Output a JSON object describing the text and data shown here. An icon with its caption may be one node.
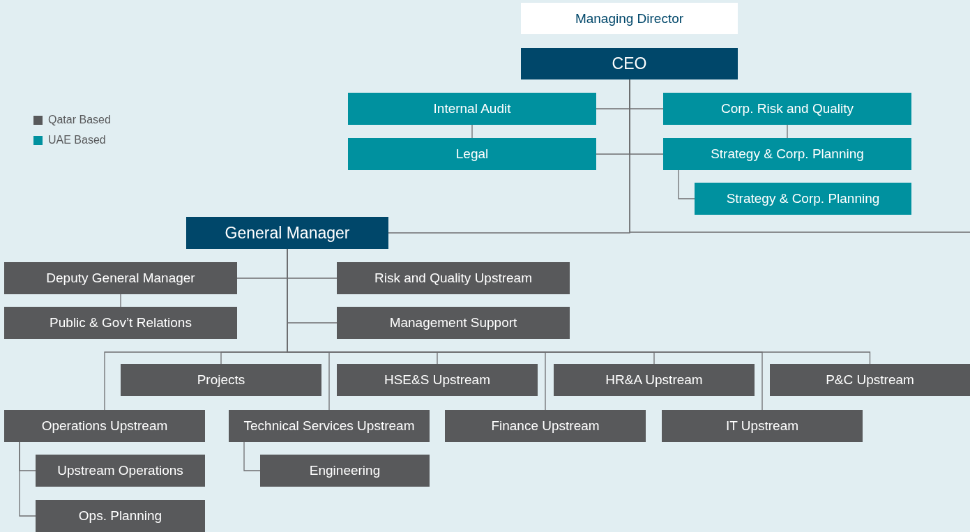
{
  "diagram": {
    "nodes": [
      {
        "text": [
          "Managing Director"
        ]
      },
      {
        "text": [
          "CEO"
        ]
      },
      {
        "text": [
          "Internal Audit"
        ]
      },
      {
        "text": [
          "Corp. Risk and Quality"
        ]
      },
      {
        "text": [
          "Legal"
        ]
      },
      {
        "text": [
          "Strategy & Corp. Planning"
        ]
      },
      {
        "text": [
          "Strategy & Corp. Planning"
        ]
      },
      {
        "text": [
          "General Manager"
        ]
      },
      {
        "text": [
          "Deputy General Manager"
        ]
      },
      {
        "text": [
          "Risk and Quality Upstream"
        ]
      },
      {
        "text": [
          "Public & Gov’t Relations"
        ]
      },
      {
        "text": [
          "Management Support"
        ]
      },
      {
        "text": [
          "Projects"
        ]
      },
      {
        "text": [
          "HSE&S Upstream"
        ]
      },
      {
        "text": [
          "HR&A Upstream"
        ]
      },
      {
        "text": [
          "P&C Upstream"
        ]
      },
      {
        "text": [
          "Operations Upstream"
        ]
      },
      {
        "text": [
          "Technical Services Upstream"
        ]
      },
      {
        "text": [
          "Finance Upstream"
        ]
      },
      {
        "text": [
          "IT Upstream"
        ]
      },
      {
        "text": [
          "Upstream Operations"
        ]
      },
      {
        "text": [
          "Engineering"
        ]
      },
      {
        "text": [
          "Ops. Planning"
        ]
      }
    ],
    "edges": [
      {
        "from": 1,
        "to": 2,
        "arrow": "none"
      },
      {
        "from": 1,
        "to": 3,
        "arrow": "none"
      },
      {
        "from": 1,
        "to": 4,
        "arrow": "none"
      },
      {
        "from": 1,
        "to": 5,
        "arrow": "none"
      },
      {
        "from": 2,
        "to": 4,
        "arrow": "none"
      },
      {
        "from": 3,
        "to": 5,
        "arrow": "none"
      },
      {
        "from": 5,
        "to": 6,
        "arrow": "none"
      },
      {
        "from": 1,
        "to": 7,
        "arrow": "none"
      },
      {
        "from": 1,
        "to": null,
        "arrow": "none"
      },
      {
        "from": 7,
        "to": 8,
        "arrow": "none"
      },
      {
        "from": 7,
        "to": 9,
        "arrow": "none"
      },
      {
        "from": 8,
        "to": 10,
        "arrow": "none"
      },
      {
        "from": 7,
        "to": 11,
        "arrow": "none"
      },
      {
        "from": 7,
        "to": 12,
        "arrow": "none"
      },
      {
        "from": 7,
        "to": 13,
        "arrow": "none"
      },
      {
        "from": 7,
        "to": 14,
        "arrow": "none"
      },
      {
        "from": 7,
        "to": 15,
        "arrow": "none"
      },
      {
        "from": 7,
        "to": 16,
        "arrow": "none"
      },
      {
        "from": 7,
        "to": 17,
        "arrow": "none"
      },
      {
        "from": 7,
        "to": 18,
        "arrow": "none"
      },
      {
        "from": 7,
        "to": 19,
        "arrow": "none"
      },
      {
        "from": 16,
        "to": 20,
        "arrow": "none"
      },
      {
        "from": 16,
        "to": 22,
        "arrow": "none"
      },
      {
        "from": 17,
        "to": 21,
        "arrow": "none"
      }
    ],
    "legend": [
      {
        "text": "Qatar Based",
        "color": "#58595b"
      },
      {
        "text": "UAE Based",
        "color": "#00919f"
      }
    ]
  }
}
